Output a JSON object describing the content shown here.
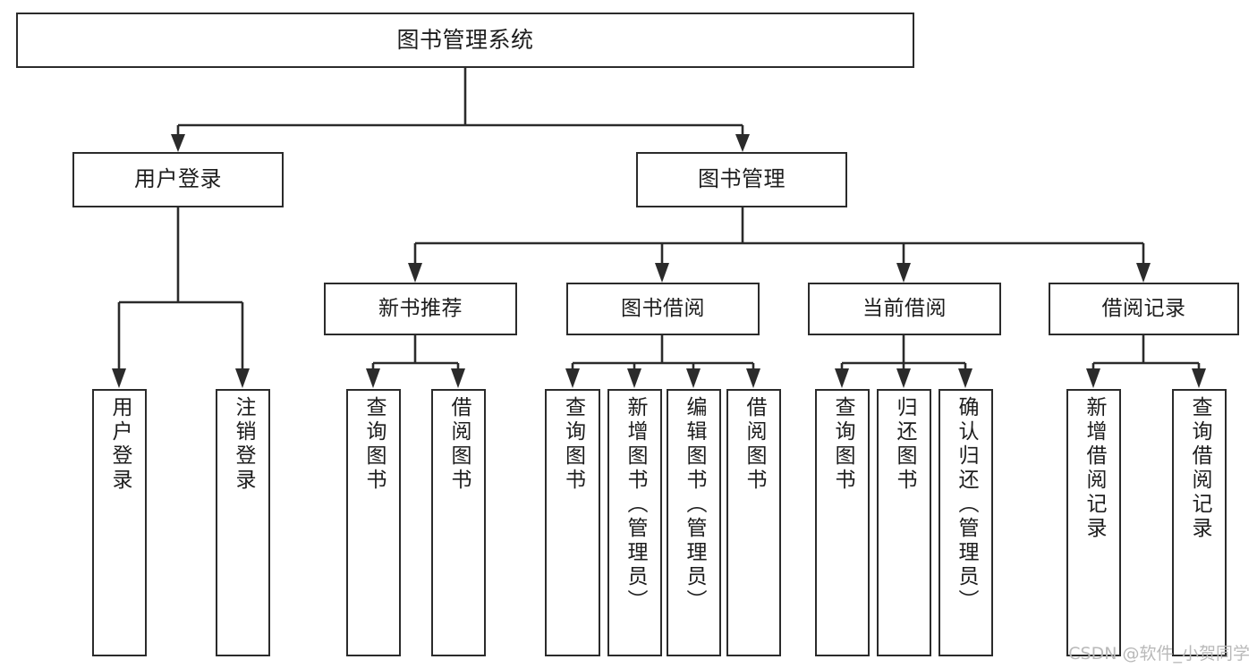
{
  "diagram": {
    "type": "tree",
    "title": "图书管理系统",
    "orientation": "top-down",
    "colors": {
      "node_border": "#2b2b2b",
      "node_fill": "#ffffff",
      "connector": "#2b2b2b",
      "text": "#1d1d1d",
      "watermark": "#b9b9b9",
      "background": "#ffffff"
    }
  },
  "nodes": {
    "root": {
      "label": "图书管理系统"
    },
    "level2": [
      {
        "label": "用户登录"
      },
      {
        "label": "图书管理"
      }
    ],
    "level3": [
      {
        "label": "新书推荐"
      },
      {
        "label": "图书借阅"
      },
      {
        "label": "当前借阅"
      },
      {
        "label": "借阅记录"
      }
    ],
    "leaves": {
      "user_login": [
        {
          "label": "用户登录"
        },
        {
          "label": "注销登录"
        }
      ],
      "new_book_recommend": [
        {
          "label": "查询图书"
        },
        {
          "label": "借阅图书"
        }
      ],
      "book_borrow": [
        {
          "label": "查询图书"
        },
        {
          "label": "新增图书（管理员）"
        },
        {
          "label": "编辑图书（管理员）"
        },
        {
          "label": "借阅图书"
        }
      ],
      "current_borrow": [
        {
          "label": "查询图书"
        },
        {
          "label": "归还图书"
        },
        {
          "label": "确认归还（管理员）"
        }
      ],
      "borrow_record": [
        {
          "label": "新增借阅记录"
        },
        {
          "label": "查询借阅记录"
        }
      ]
    }
  },
  "watermark": {
    "text": "CSDN @软件_小贺同学"
  }
}
